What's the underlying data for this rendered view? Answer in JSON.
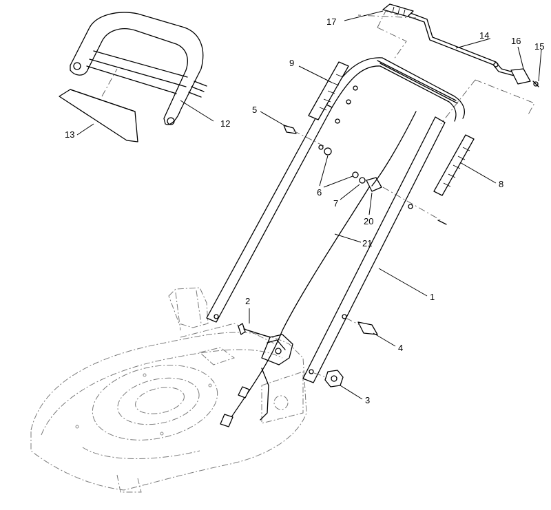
{
  "callouts": [
    {
      "label": "1"
    },
    {
      "label": "2"
    },
    {
      "label": "3"
    },
    {
      "label": "4"
    },
    {
      "label": "5"
    },
    {
      "label": "6"
    },
    {
      "label": "7"
    },
    {
      "label": "8"
    },
    {
      "label": "9"
    },
    {
      "label": "12"
    },
    {
      "label": "13"
    },
    {
      "label": "14"
    },
    {
      "label": "15"
    },
    {
      "label": "16"
    },
    {
      "label": "17"
    },
    {
      "label": "20"
    },
    {
      "label": "21"
    }
  ]
}
